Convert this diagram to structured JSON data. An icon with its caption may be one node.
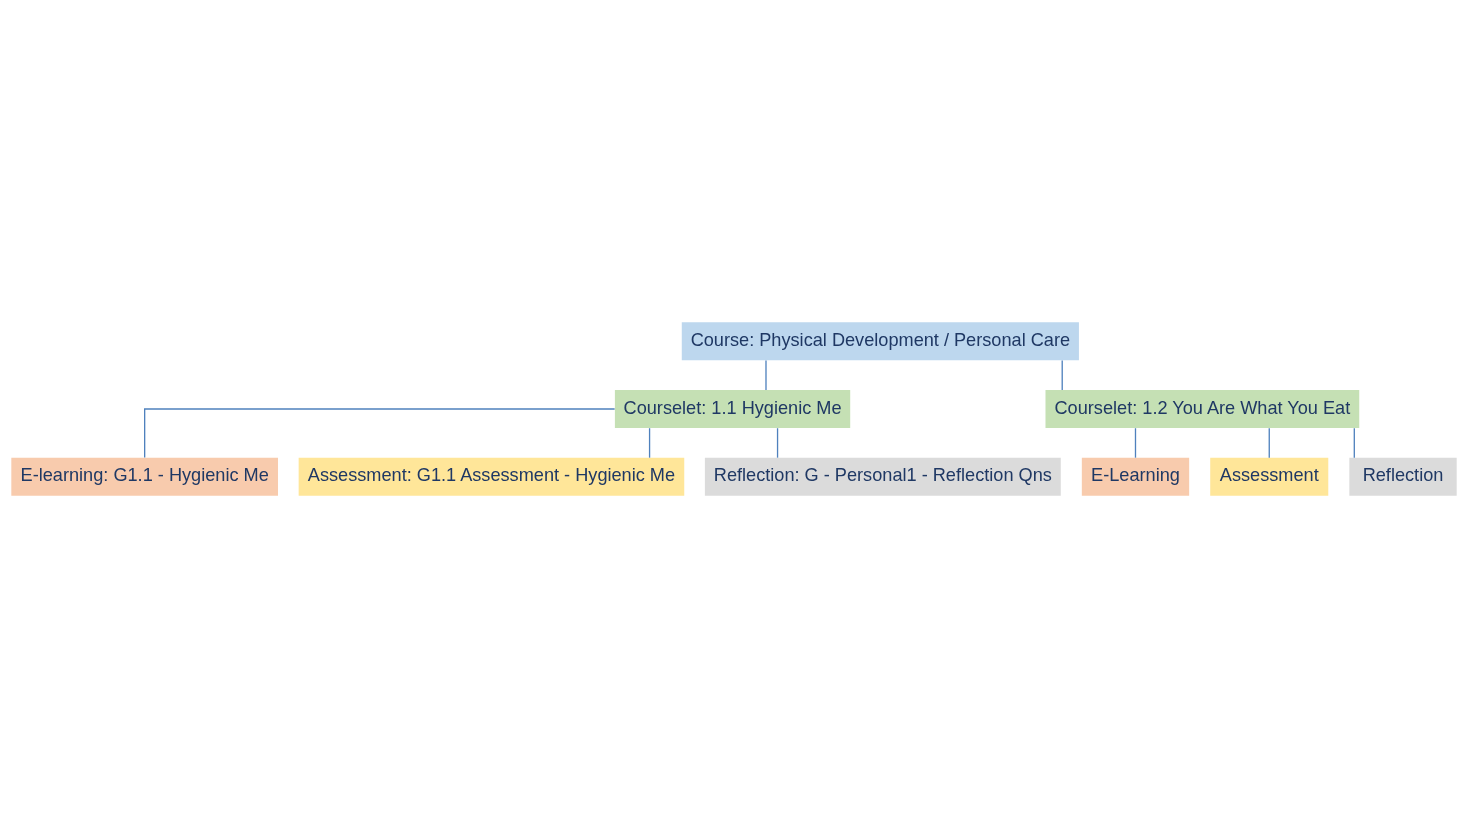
{
  "diagram": {
    "nodes": [
      {
        "text": [
          "Course: Physical Development / Personal Care"
        ]
      },
      {
        "text": [
          "Courselet: 1.1 Hygienic Me"
        ]
      },
      {
        "text": [
          "Courselet: 1.2 You Are What You Eat"
        ]
      },
      {
        "text": [
          "E-learning: G1.1 - Hygienic Me"
        ]
      },
      {
        "text": [
          "Assessment: G1.1 Assessment - Hygienic Me"
        ]
      },
      {
        "text": [
          "Reflection: G - Personal1 - Reflection Qns"
        ]
      },
      {
        "text": [
          "E-Learning"
        ]
      },
      {
        "text": [
          "Assessment"
        ]
      },
      {
        "text": [
          "Reflection"
        ]
      }
    ],
    "edges": [
      {
        "from": 0,
        "to": 1,
        "arrow": "none"
      },
      {
        "from": 0,
        "to": 2,
        "arrow": "none"
      },
      {
        "from": 1,
        "to": 3,
        "arrow": "none"
      },
      {
        "from": 1,
        "to": 4,
        "arrow": "none"
      },
      {
        "from": 1,
        "to": 5,
        "arrow": "none"
      },
      {
        "from": 2,
        "to": 6,
        "arrow": "none"
      },
      {
        "from": 2,
        "to": 7,
        "arrow": "none"
      },
      {
        "from": 2,
        "to": 8,
        "arrow": "none"
      }
    ]
  }
}
